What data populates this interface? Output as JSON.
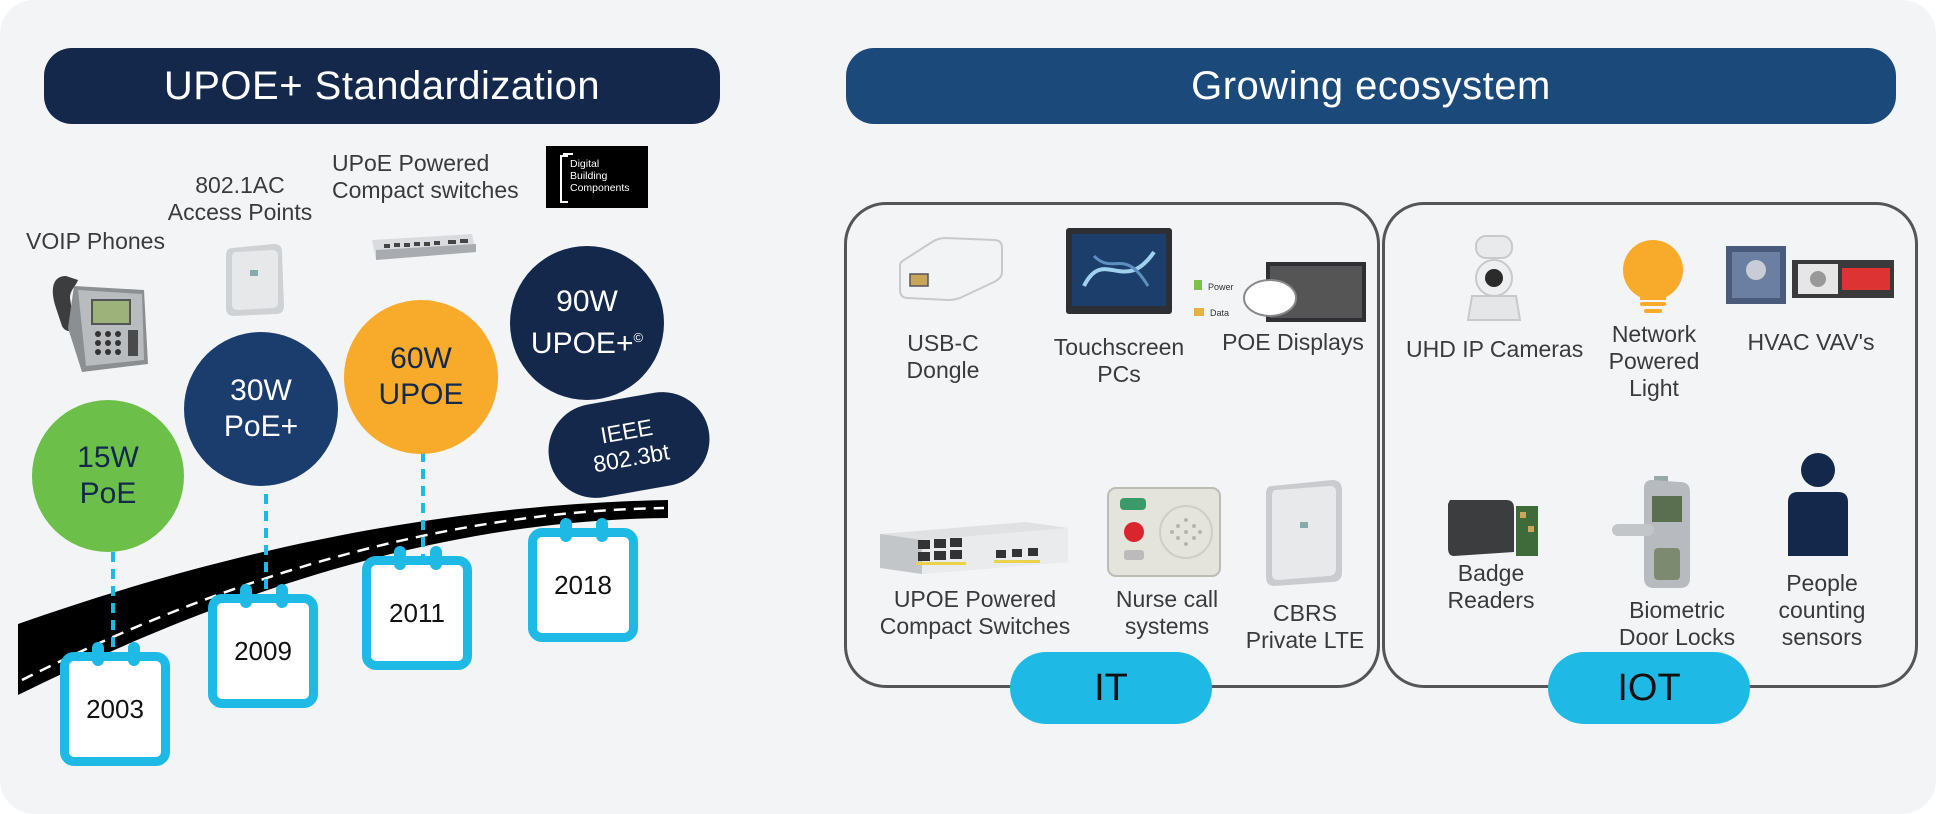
{
  "left": {
    "banner": "UPOE+ Standardization",
    "devices": {
      "voip": "VOIP Phones",
      "ap": [
        "802.1AC",
        "Access Points"
      ],
      "compact": [
        "UPoE Powered",
        "Compact switches"
      ],
      "logo": [
        "Digital",
        "Building",
        "Components"
      ]
    },
    "milestones": [
      {
        "power": "15W",
        "name": "PoE",
        "year": "2003"
      },
      {
        "power": "30W",
        "name": "PoE+",
        "year": "2009"
      },
      {
        "power": "60W",
        "name": "UPOE",
        "year": "2011"
      },
      {
        "power": "90W",
        "name": "UPOE+",
        "mark": "©",
        "year": "2018"
      }
    ],
    "ieee": [
      "IEEE",
      "802.3bt"
    ]
  },
  "right": {
    "banner": "Growing ecosystem",
    "it": {
      "label": "IT",
      "items": {
        "usbc": [
          "USB-C",
          "Dongle"
        ],
        "touch": [
          "Touchscreen",
          "PCs"
        ],
        "poe_disp": [
          "POE Displays"
        ],
        "upoe_sw": [
          "UPOE Powered",
          "Compact Switches"
        ],
        "nurse": [
          "Nurse call",
          "systems"
        ],
        "cbrs": [
          "CBRS",
          "Private LTE"
        ]
      },
      "tiny": {
        "power": "Power",
        "data": "Data"
      }
    },
    "iot": {
      "label": "IOT",
      "items": {
        "cam": [
          "UHD IP Cameras"
        ],
        "light": [
          "Network",
          "Powered",
          "Light"
        ],
        "hvac": [
          "HVAC VAV's"
        ],
        "badge": [
          "Badge",
          "Readers"
        ],
        "bio": [
          "Biometric",
          "Door Locks"
        ],
        "people": [
          "People",
          "counting",
          "sensors"
        ]
      }
    }
  },
  "colors": {
    "navy": "#14284b",
    "blue": "#1b3d6e",
    "banner_right": "#1b4a7a",
    "green": "#6cc04a",
    "orange": "#f8aa2a",
    "cyan": "#1fb9e6"
  }
}
